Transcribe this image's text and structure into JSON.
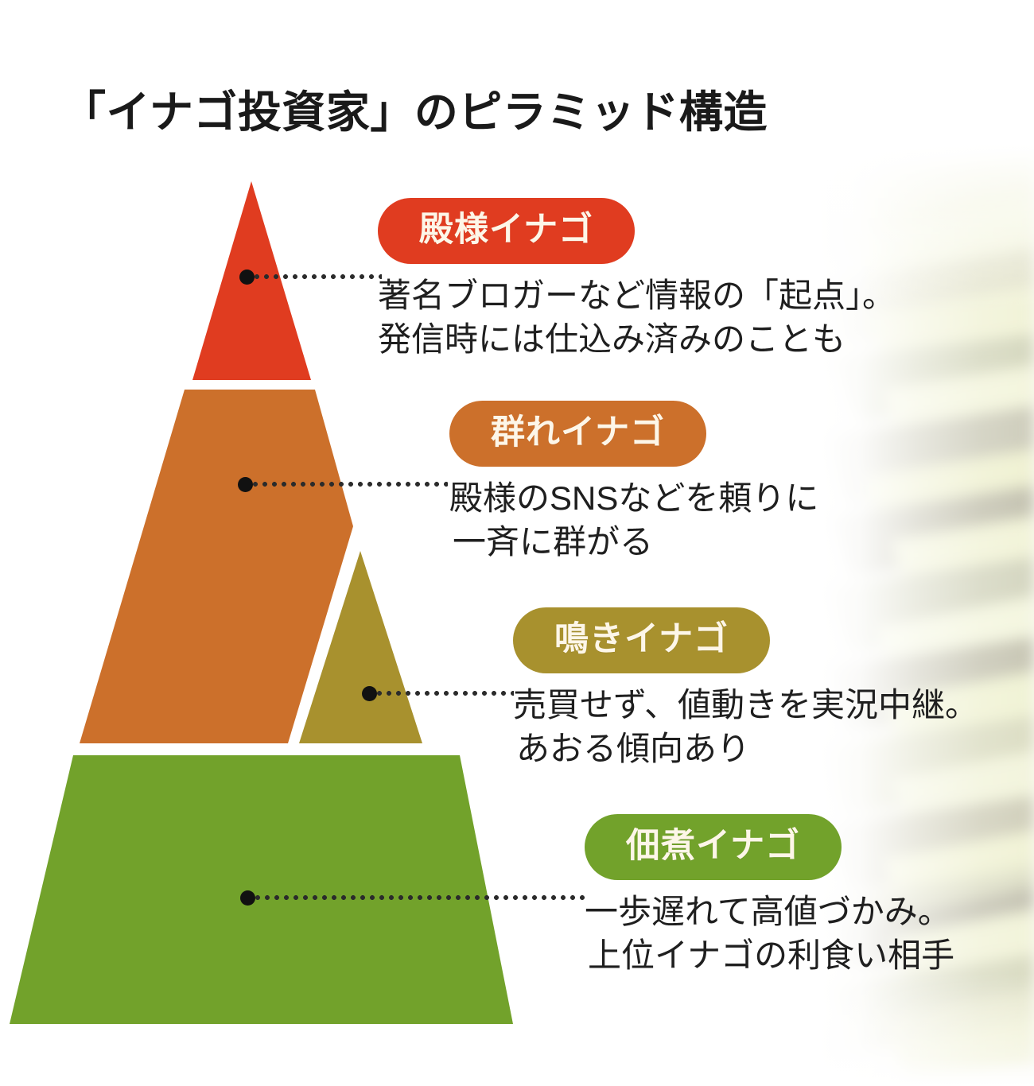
{
  "page_title": "「イナゴ投資家」のピラミッド構造",
  "background": {
    "description": "blurred-grass-photo",
    "colors": [
      "#f2f0d8",
      "#e8e9c0",
      "#cfd2b0",
      "#b7b59c",
      "#e3e6cf"
    ]
  },
  "colors": {
    "tier1": "#E03C20",
    "tier2": "#CC702B",
    "tier3": "#A8912E",
    "tier4": "#72A22B",
    "badge_text": "#FDF6E8",
    "body_text": "#1F1F1F",
    "leader": "#2B2B2B"
  },
  "chart_data": {
    "type": "pyramid",
    "title": "「イナゴ投資家」のピラミッド構造",
    "tiers": [
      {
        "rank": 1,
        "badge": "殿様イナゴ",
        "color": "#E03C20",
        "desc_lines": [
          "著名ブロガーなど情報の「起点」。",
          "発信時には仕込み済みのことも"
        ]
      },
      {
        "rank": 2,
        "badge": "群れイナゴ",
        "color": "#CC702B",
        "desc_lines": [
          "殿様のSNSなどを頼りに",
          "一斉に群がる"
        ]
      },
      {
        "rank": 3,
        "badge": "鳴きイナゴ",
        "color": "#A8912E",
        "desc_lines": [
          "売買せず、値動きを実況中継。",
          "あおる傾向あり"
        ]
      },
      {
        "rank": 4,
        "badge": "佃煮イナゴ",
        "color": "#72A22B",
        "desc_lines": [
          "一歩遅れて高値づかみ。",
          "上位イナゴの利食い相手"
        ]
      }
    ]
  }
}
